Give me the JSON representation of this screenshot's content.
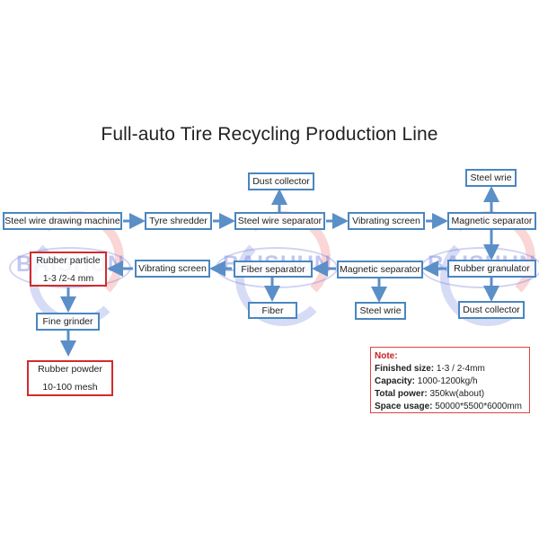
{
  "title": "Full-auto Tire Recycling Production Line",
  "watermark": "BAISHUN",
  "nodes": {
    "steel_wire_drawing_machine": "Steel wire drawing machine",
    "tyre_shredder": "Tyre shredder",
    "steel_wire_separator": "Steel wire separator",
    "dust_collector_1": "Dust collector",
    "vibrating_screen_1": "Vibrating screen",
    "magnetic_separator_1": "Magnetic separator",
    "steel_wrie_1": "Steel wrie",
    "rubber_granulator": "Rubber granulator",
    "dust_collector_2": "Dust collector",
    "magnetic_separator_2": "Magnetic separator",
    "steel_wrie_2": "Steel wrie",
    "fiber_separator": "Fiber separator",
    "fiber": "Fiber",
    "vibrating_screen_2": "Vibrating screen",
    "rubber_particle": {
      "line1": "Rubber particle",
      "line2": "1-3 /2-4 mm"
    },
    "fine_grinder": "Fine grinder",
    "rubber_powder": {
      "line1": "Rubber powder",
      "line2": "10-100 mesh"
    }
  },
  "note": {
    "heading": "Note:",
    "items": [
      {
        "label": "Finished size:",
        "value": "1-3 / 2-4mm"
      },
      {
        "label": "Capacity:",
        "value": "1000-1200kg/h"
      },
      {
        "label": "Total power:",
        "value": "350kw(about)"
      },
      {
        "label": "Space usage:",
        "value": "50000*5500*6000mm"
      }
    ]
  },
  "colors": {
    "box_border": "#4a86c0",
    "arrow": "#5b8fc7",
    "highlight_border": "#d42a2a",
    "note_heading": "#c62020"
  }
}
